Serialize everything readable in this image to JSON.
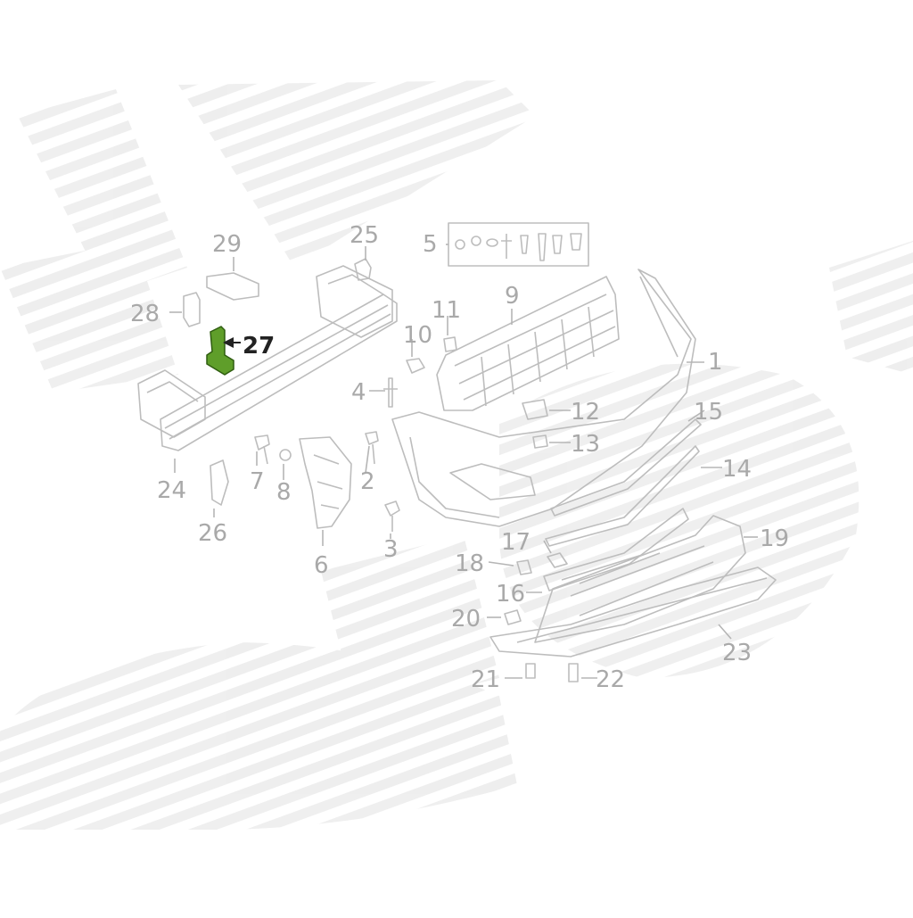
{
  "diagram": {
    "highlight_color": "#5f9e2a",
    "line_color": "#bdbdbd",
    "label_color": "#a9a9a9",
    "highlighted_callout": "27",
    "callouts": [
      {
        "id": "1",
        "label": "1"
      },
      {
        "id": "2",
        "label": "2"
      },
      {
        "id": "3",
        "label": "3"
      },
      {
        "id": "4",
        "label": "4"
      },
      {
        "id": "5",
        "label": "5"
      },
      {
        "id": "6",
        "label": "6"
      },
      {
        "id": "7",
        "label": "7"
      },
      {
        "id": "8",
        "label": "8"
      },
      {
        "id": "9",
        "label": "9"
      },
      {
        "id": "10",
        "label": "10"
      },
      {
        "id": "11",
        "label": "11"
      },
      {
        "id": "12",
        "label": "12"
      },
      {
        "id": "13",
        "label": "13"
      },
      {
        "id": "14",
        "label": "14"
      },
      {
        "id": "15",
        "label": "15"
      },
      {
        "id": "16",
        "label": "16"
      },
      {
        "id": "17",
        "label": "17"
      },
      {
        "id": "18",
        "label": "18"
      },
      {
        "id": "19",
        "label": "19"
      },
      {
        "id": "20",
        "label": "20"
      },
      {
        "id": "21",
        "label": "21"
      },
      {
        "id": "22",
        "label": "22"
      },
      {
        "id": "23",
        "label": "23"
      },
      {
        "id": "24",
        "label": "24"
      },
      {
        "id": "25",
        "label": "25"
      },
      {
        "id": "26",
        "label": "26"
      },
      {
        "id": "27",
        "label": "27"
      },
      {
        "id": "28",
        "label": "28"
      },
      {
        "id": "29",
        "label": "29"
      }
    ]
  }
}
